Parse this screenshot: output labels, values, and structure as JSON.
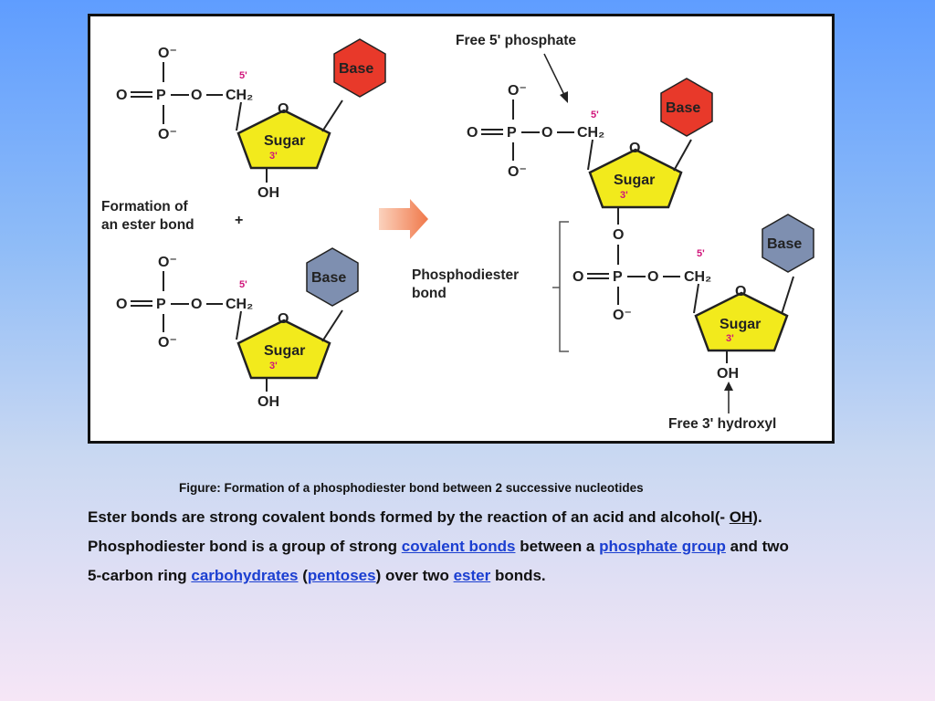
{
  "figure": {
    "top_nucleotide": {
      "phosphate": {
        "o_top": "O⁻",
        "o_left": "O",
        "p": "P",
        "o_right": "O",
        "o_bottom": "O⁻",
        "ch2": "CH₂"
      },
      "prime5": "5'",
      "ring_o": "O",
      "sugar": "Sugar",
      "prime3": "3'",
      "oh": "OH",
      "base": "Base"
    },
    "bottom_nucleotide": {
      "phosphate": {
        "o_top": "O⁻",
        "o_left": "O",
        "p": "P",
        "o_right": "O",
        "o_bottom": "O⁻",
        "ch2": "CH₂"
      },
      "prime5": "5'",
      "ring_o": "O",
      "sugar": "Sugar",
      "prime3": "3'",
      "oh": "OH",
      "base": "Base"
    },
    "left_label_line1": "Formation of",
    "left_label_line2": "an ester bond",
    "plus": "+",
    "product_top": {
      "phosphate": {
        "o_top": "O⁻",
        "o_left": "O",
        "p": "P",
        "o_right": "O",
        "o_bottom": "O⁻",
        "ch2": "CH₂"
      },
      "prime5": "5'",
      "ring_o": "O",
      "sugar": "Sugar",
      "prime3": "3'",
      "base": "Base"
    },
    "product_link": {
      "o_top": "O",
      "o_left": "O",
      "p": "P",
      "o_right": "O",
      "o_bottom": "O⁻",
      "ch2": "CH₂"
    },
    "product_bottom": {
      "prime5": "5'",
      "ring_o": "O",
      "sugar": "Sugar",
      "prime3": "3'",
      "oh": "OH",
      "base": "Base"
    },
    "free5_label": "Free 5' phosphate",
    "phosphodiester_line1": "Phosphodiester",
    "phosphodiester_line2": "bond",
    "free3_label": "Free 3' hydroxyl",
    "colors": {
      "red_base": "#e8392a",
      "blue_base": "#7e8fb0",
      "sugar": "#f2ea1c",
      "arrow": "#f08a5c"
    }
  },
  "caption": "Figure: Formation of a phosphodiester bond between 2 successive nucleotides",
  "paragraph": {
    "line1_a": "Ester bonds are strong covalent bonds formed by the reaction of an acid and alcohol(- ",
    "line1_oh": "OH",
    "line1_b": ").",
    "line2_a": "Phosphodiester bond is a group of strong ",
    "link_covalent": "covalent bonds",
    "line2_b": " between a ",
    "link_phosphate": "phosphate group",
    "line2_c": " and two",
    "line3_a": "5-carbon ring ",
    "link_carbohydrates": "carbohydrates",
    "line3_b": " (",
    "link_pentoses": "pentoses",
    "line3_c": ") over two ",
    "link_ester": "ester",
    "line3_d": " bonds."
  }
}
